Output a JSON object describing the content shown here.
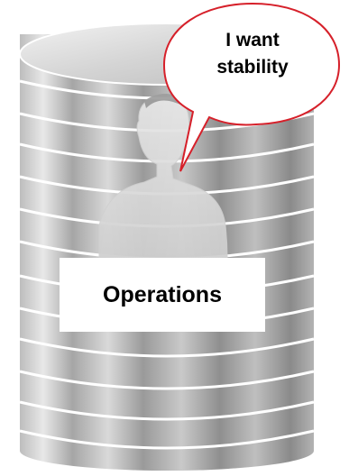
{
  "speech_bubble": {
    "line1": "I want",
    "line2": "stability"
  },
  "label": {
    "text": "Operations"
  },
  "colors": {
    "cylinder_light": "#e6e6e6",
    "cylinder_dark": "#8c8c8c",
    "cylinder_band_edge": "#ffffff",
    "bubble_fill": "#ffffff",
    "bubble_stroke": "#d6202a",
    "person_silhouette": "#e2e2e2"
  },
  "icons": {
    "person": "person-silhouette-icon",
    "bubble": "speech-bubble-icon"
  }
}
